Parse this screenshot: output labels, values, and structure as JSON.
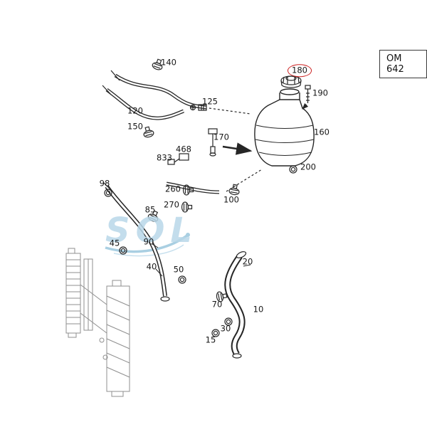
{
  "om_box": {
    "label": "OM 642"
  },
  "watermark": {
    "text": "SOL",
    "color": "#b9d8e9"
  },
  "highlight": {
    "part_id": "180",
    "color": "#cc2222"
  },
  "diagram": {
    "subject": "coolant-expansion-tank-and-hoses-exploded-parts-diagram"
  },
  "parts": [
    {
      "id": "140"
    },
    {
      "id": "120"
    },
    {
      "id": "150"
    },
    {
      "id": "125"
    },
    {
      "id": "170"
    },
    {
      "id": "468"
    },
    {
      "id": "833"
    },
    {
      "id": "98"
    },
    {
      "id": "260"
    },
    {
      "id": "270"
    },
    {
      "id": "100"
    },
    {
      "id": "85"
    },
    {
      "id": "45"
    },
    {
      "id": "90"
    },
    {
      "id": "40"
    },
    {
      "id": "50"
    },
    {
      "id": "180"
    },
    {
      "id": "190"
    },
    {
      "id": "160"
    },
    {
      "id": "200"
    },
    {
      "id": "20"
    },
    {
      "id": "10"
    },
    {
      "id": "70"
    },
    {
      "id": "30"
    },
    {
      "id": "15"
    }
  ]
}
